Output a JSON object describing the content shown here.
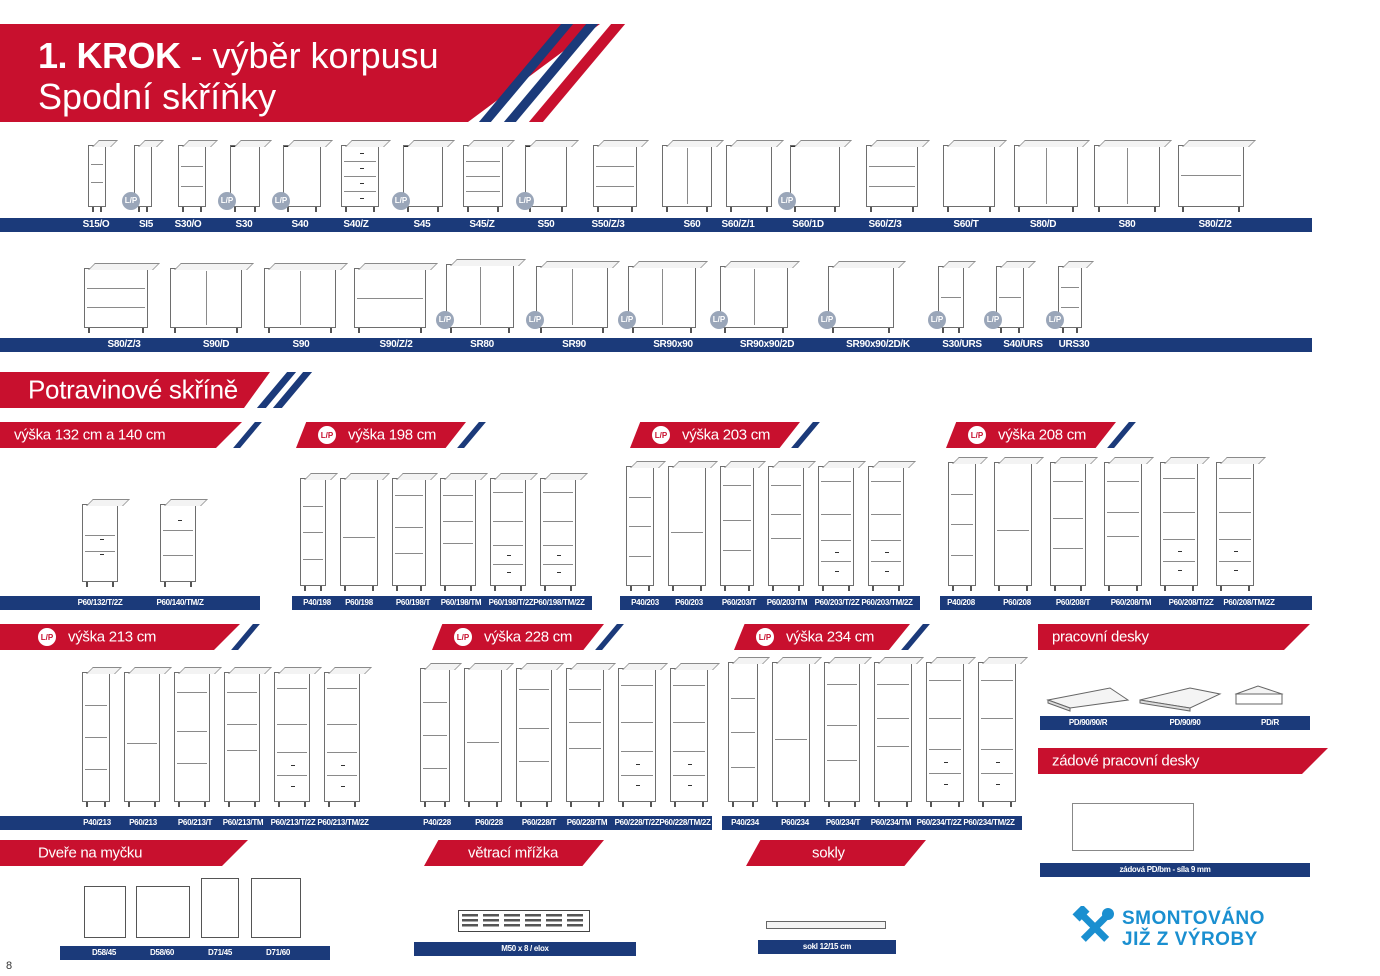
{
  "header": {
    "step": "1. KROK",
    "step_rest": " - výběr korpusu",
    "subtitle": "Spodní skříňky"
  },
  "row1": [
    "S15/O",
    "SI5",
    "S30/O",
    "S30",
    "S40",
    "S40/Z",
    "S45",
    "S45/Z",
    "S50",
    "S50/Z/3",
    "S60",
    "S60/Z/1",
    "S60/1D",
    "S60/Z/3",
    "S60/T",
    "S80/D",
    "S80",
    "S80/Z/2"
  ],
  "row2": [
    "S80/Z/3",
    "S90/D",
    "S90",
    "S90/Z/2",
    "SR80",
    "SR90",
    "SR90x90",
    "SR90x90/2D",
    "SR90x90/2D/K",
    "S30/URS",
    "S40/URS",
    "URS30"
  ],
  "lp_badge": "L/P",
  "pantry": {
    "title": "Potravinové skříně",
    "h132": {
      "title": "výška 132 cm a 140 cm",
      "items": [
        "P60/132/T/2Z",
        "P60/140/TM/Z"
      ]
    },
    "h198": {
      "title": "výška 198 cm",
      "items": [
        "P40/198",
        "P60/198",
        "P60/198/T",
        "P60/198/TM",
        "P60/198/T/2Z",
        "P60/198/TM/2Z"
      ]
    },
    "h203": {
      "title": "výška 203 cm",
      "items": [
        "P40/203",
        "P60/203",
        "P60/203/T",
        "P60/203/TM",
        "P60/203/T/2Z",
        "P60/203/TM/2Z"
      ]
    },
    "h208": {
      "title": "výška 208 cm",
      "items": [
        "P40/208",
        "P60/208",
        "P60/208/T",
        "P60/208/TM",
        "P60/208/T/2Z",
        "P60/208/TM/2Z"
      ]
    },
    "h213": {
      "title": "výška 213 cm",
      "items": [
        "P40/213",
        "P60/213",
        "P60/213/T",
        "P60/213/TM",
        "P60/213/T/2Z",
        "P60/213/TM/2Z"
      ]
    },
    "h228": {
      "title": "výška 228 cm",
      "items": [
        "P40/228",
        "P60/228",
        "P60/228/T",
        "P60/228/TM",
        "P60/228/T/2Z",
        "P60/228/TM/2Z"
      ]
    },
    "h234": {
      "title": "výška 234 cm",
      "items": [
        "P40/234",
        "P60/234",
        "P60/234/T",
        "P60/234/TM",
        "P60/234/T/2Z",
        "P60/234/TM/2Z"
      ]
    }
  },
  "worktops": {
    "title": "pracovní desky",
    "items": [
      "PD/90/90/R",
      "PD/90/90",
      "PD/R"
    ]
  },
  "backsplash": {
    "title": "zádové pracovní desky",
    "label": "zádová PD/bm - síla 9 mm"
  },
  "dishwasher": {
    "title": "Dveře na myčku",
    "items": [
      "D58/45",
      "D58/60",
      "D71/45",
      "D71/60"
    ]
  },
  "vent": {
    "title": "větrací mřížka",
    "label": "M50 x 8 / elox"
  },
  "plinth": {
    "title": "sokly",
    "label": "sokl 12/15 cm"
  },
  "logo": {
    "line1": "SMONTOVÁNO",
    "line2": "JIŽ Z VÝROBY"
  },
  "page_number": "8",
  "colors": {
    "red": "#c8102e",
    "navy": "#1b3a7a",
    "logo_blue": "#1a8fd0"
  }
}
